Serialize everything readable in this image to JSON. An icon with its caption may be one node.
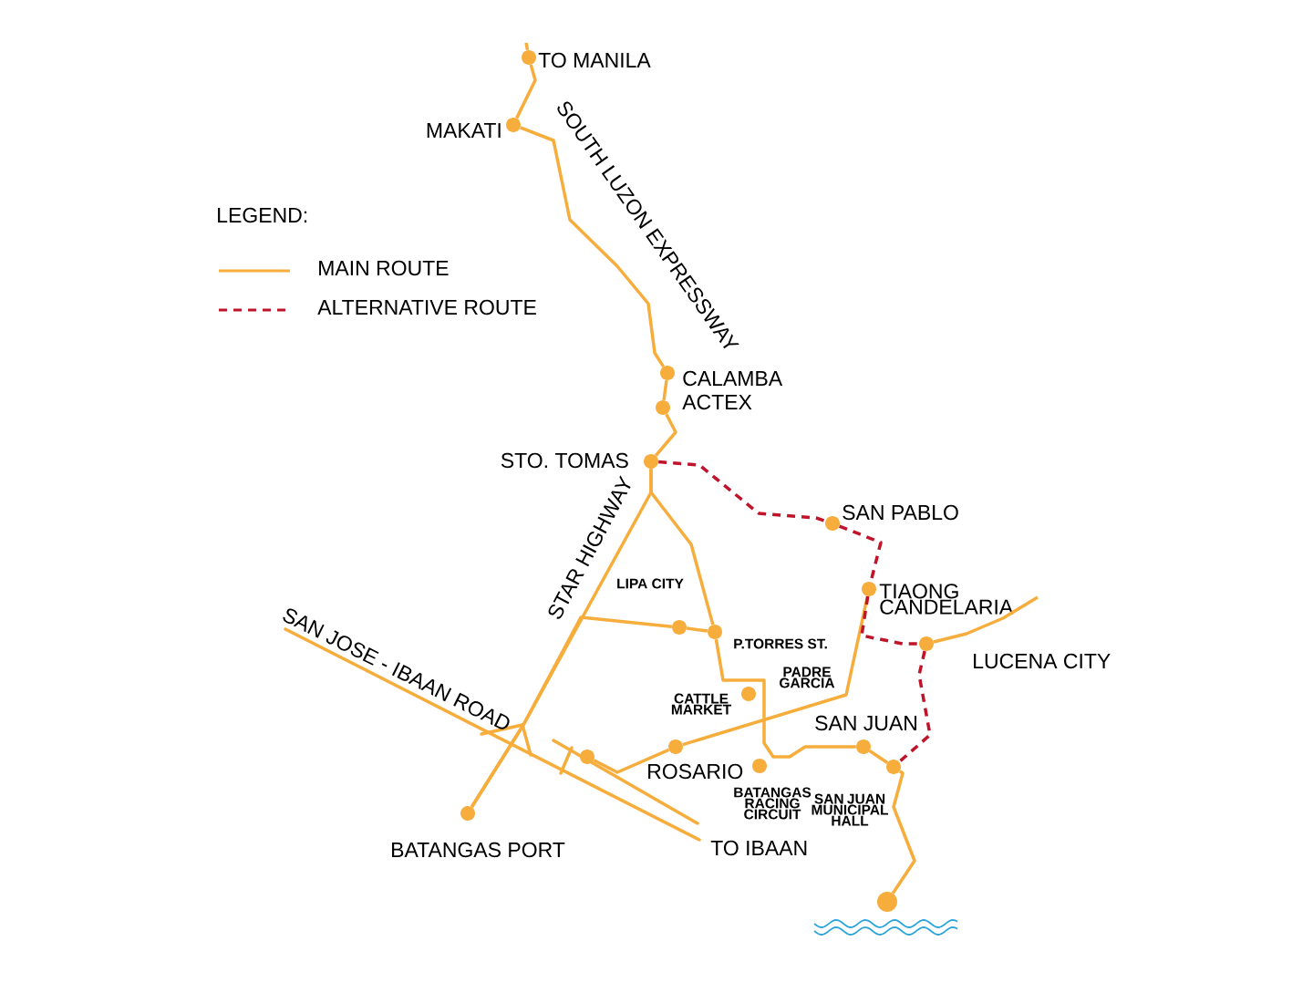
{
  "diagram": {
    "nodes": [
      {
        "text": [
          "TO MANILA"
        ]
      },
      {
        "text": [
          "MAKATI"
        ]
      },
      {
        "text": [
          "CALAMBA"
        ]
      },
      {
        "text": [
          "ACTEX"
        ]
      },
      {
        "text": [
          "STO. TOMAS"
        ]
      },
      {
        "text": [
          "SAN PABLO"
        ]
      },
      {
        "text": [
          "TIAONG CANDELARIA"
        ]
      },
      {
        "text": [
          "LUCENA CITY"
        ]
      },
      {
        "text": [
          "LIPA CITY"
        ]
      },
      {
        "text": [
          "P.TORRES ST."
        ]
      },
      {
        "text": [
          "CATTLE MARKET"
        ]
      },
      {
        "text": [
          "ROSARIO"
        ]
      },
      {
        "text": [],
        "shape": "circle"
      },
      {
        "text": [
          "BATANGAS RACING CIRCUIT"
        ]
      },
      {
        "text": [
          "SAN JUAN"
        ]
      },
      {
        "text": [
          "SAN JUAN MUNICIPAL HALL"
        ]
      },
      {
        "text": [],
        "shape": "circle"
      },
      {
        "text": [
          "BATANGAS PORT"
        ]
      }
    ],
    "edges": [
      {
        "from": null,
        "to": 0,
        "arrow": "none"
      },
      {
        "from": 0,
        "to": 1,
        "arrow": "none"
      },
      {
        "from": 1,
        "to": 2,
        "arrow": "none"
      },
      {
        "from": 2,
        "to": 3,
        "arrow": "none"
      },
      {
        "from": 3,
        "to": 4,
        "arrow": "none"
      },
      {
        "from": 4,
        "to": 17,
        "arrow": "none"
      },
      {
        "from": 4,
        "to": 9,
        "arrow": "none"
      },
      {
        "from": 9,
        "to": 8,
        "arrow": "none"
      },
      {
        "from": 9,
        "to": 14,
        "arrow": "none"
      },
      {
        "from": 14,
        "to": 15,
        "arrow": "none"
      },
      {
        "from": 15,
        "to": 16,
        "arrow": "none"
      },
      {
        "from": 12,
        "to": 11,
        "arrow": "none"
      },
      {
        "from": 11,
        "to": 6,
        "arrow": "none"
      },
      {
        "from": 8,
        "to": 17,
        "arrow": "none"
      },
      {
        "from": 7,
        "to": null,
        "arrow": "none"
      },
      {
        "from": 4,
        "to": 5,
        "arrow": "none",
        "style": "dashed",
        "color": "#c0142b"
      },
      {
        "from": 5,
        "to": 6,
        "arrow": "none",
        "style": "dashed",
        "color": "#c0142b"
      },
      {
        "from": 6,
        "to": 7,
        "arrow": "none",
        "style": "dashed",
        "color": "#c0142b"
      },
      {
        "from": 7,
        "to": 15,
        "arrow": "none",
        "style": "dashed",
        "color": "#c0142b"
      }
    ],
    "labels": [
      "LEGEND:",
      "SOUTH LUZON EXPRESSWAY",
      "STAR HIGHWAY",
      "SAN JOSE - IBAAN ROAD",
      "PADRE GARCIA",
      "TO IBAAN"
    ],
    "legend": [
      {
        "text": "MAIN ROUTE"
      },
      {
        "text": "ALTERNATIVE ROUTE"
      }
    ]
  }
}
